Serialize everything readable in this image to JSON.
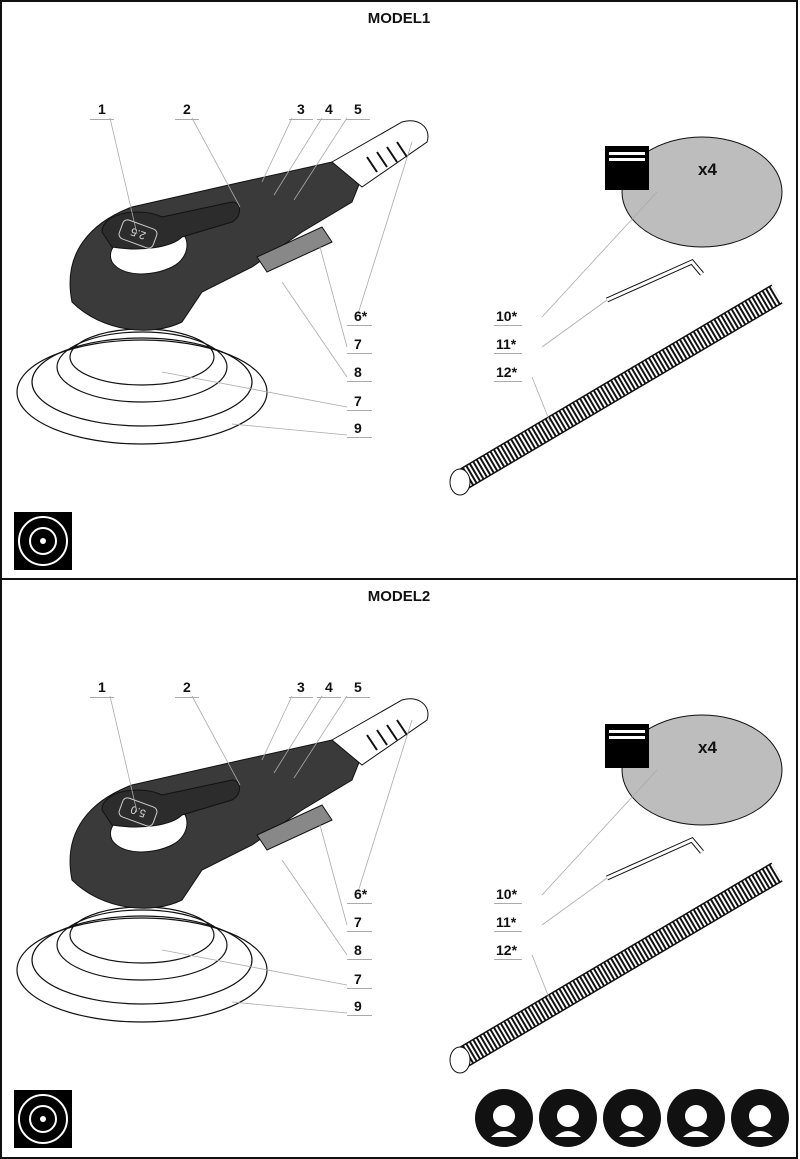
{
  "panels": [
    {
      "title": "MODEL1",
      "display_value": "2.5",
      "callouts": {
        "top": [
          "1",
          "2",
          "3",
          "4",
          "5"
        ],
        "right": [
          "6*",
          "7",
          "8",
          "7",
          "9"
        ],
        "accessories": [
          "10*",
          "11*",
          "12*"
        ]
      },
      "pad_quantity": "x4",
      "icons": [
        "sanding-pad-icon",
        "abrasive-sheet-icon",
        "hex-key-icon",
        "hose-icon"
      ]
    },
    {
      "title": "MODEL2",
      "display_value": "5.0",
      "callouts": {
        "top": [
          "1",
          "2",
          "3",
          "4",
          "5"
        ],
        "right": [
          "6*",
          "7",
          "8",
          "7",
          "9"
        ],
        "accessories": [
          "10*",
          "11*",
          "12*"
        ]
      },
      "pad_quantity": "x4",
      "icons": [
        "sanding-pad-icon",
        "abrasive-sheet-icon",
        "hex-key-icon",
        "hose-icon"
      ]
    }
  ],
  "safety_icons": [
    "read-manual-icon",
    "eye-protection-icon",
    "ear-protection-icon",
    "dust-mask-icon",
    "unplug-icon"
  ],
  "colors": {
    "line": "#111111",
    "leader": "#aaaaaa",
    "body": "#3a3a3a",
    "pad": "#bdbdbd"
  }
}
